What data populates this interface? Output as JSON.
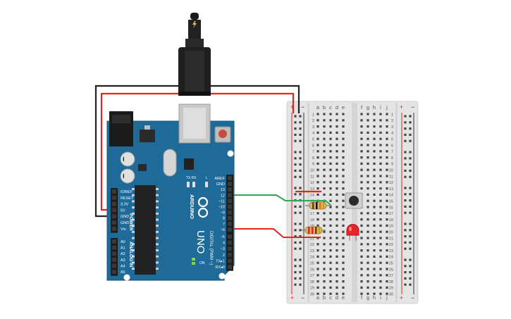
{
  "arduino": {
    "brand": "ARDUINO",
    "model": "UNO",
    "header_power_title": "POWER",
    "header_analog_title": "ANALOG IN",
    "header_digital_title": "DIGITAL (PWM ~)",
    "led_l": "L",
    "led_tx": "TX",
    "led_rx": "RX",
    "led_on": "ON",
    "power_pins": [
      "IOREF",
      "RESET",
      "3.3V",
      "5V",
      "GND",
      "GND",
      "Vin"
    ],
    "analog_pins": [
      "A0",
      "A1",
      "A2",
      "A3",
      "A4",
      "A5"
    ],
    "digital_pins": [
      "AREF",
      "GND",
      "13",
      "12",
      "~11",
      "~10",
      "~9",
      "8",
      "7",
      "~6",
      "~5",
      "4",
      "~3",
      "2",
      "TX▸1",
      "RX◂0"
    ]
  },
  "breadboard": {
    "cols_left": [
      "a",
      "b",
      "c",
      "d",
      "e"
    ],
    "cols_right": [
      "f",
      "g",
      "h",
      "i",
      "j"
    ],
    "rows": [
      "1",
      "2",
      "3",
      "4",
      "5",
      "6",
      "7",
      "8",
      "9",
      "10",
      "11",
      "12",
      "13",
      "14",
      "15",
      "16",
      "17",
      "18",
      "19",
      "20",
      "21",
      "22",
      "23",
      "24",
      "25",
      "26",
      "27",
      "28",
      "29",
      "30"
    ],
    "rail_plus": "+",
    "rail_minus": "−"
  },
  "colors": {
    "board": "#1e6a98",
    "board_dark": "#16567e",
    "breadboard": "#e6e6e6",
    "wire_red": "#e52320",
    "wire_black": "#222222",
    "wire_green": "#2ea84a",
    "led_red": "#e8232a"
  }
}
